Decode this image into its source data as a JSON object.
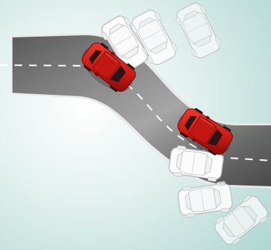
{
  "scene": {
    "subject": "stability-control-illustration",
    "colors": {
      "bg_center": "#ffffff",
      "bg_mid": "#d6ece8",
      "bg_edge": "#b3d8d4",
      "road_light": "#9a9a9a",
      "road_dark": "#4a4a4a",
      "road_edge": "#e6e6e6",
      "lane_marking": "#ffffff",
      "car_red": "#d11a15",
      "car_red_dark": "#8e0c0a",
      "car_window": "#2a1a1a",
      "ghost_fill": "#ffffff",
      "ghost_stroke": "#bcbcbc",
      "tire": "#1c1c1c"
    },
    "vehicles": [
      {
        "name": "red-car-upper",
        "kind": "actual-path"
      },
      {
        "name": "red-car-lower",
        "kind": "actual-path"
      },
      {
        "name": "ghost-car",
        "kind": "skidding-path"
      }
    ],
    "icons": [
      "car-icon"
    ]
  }
}
